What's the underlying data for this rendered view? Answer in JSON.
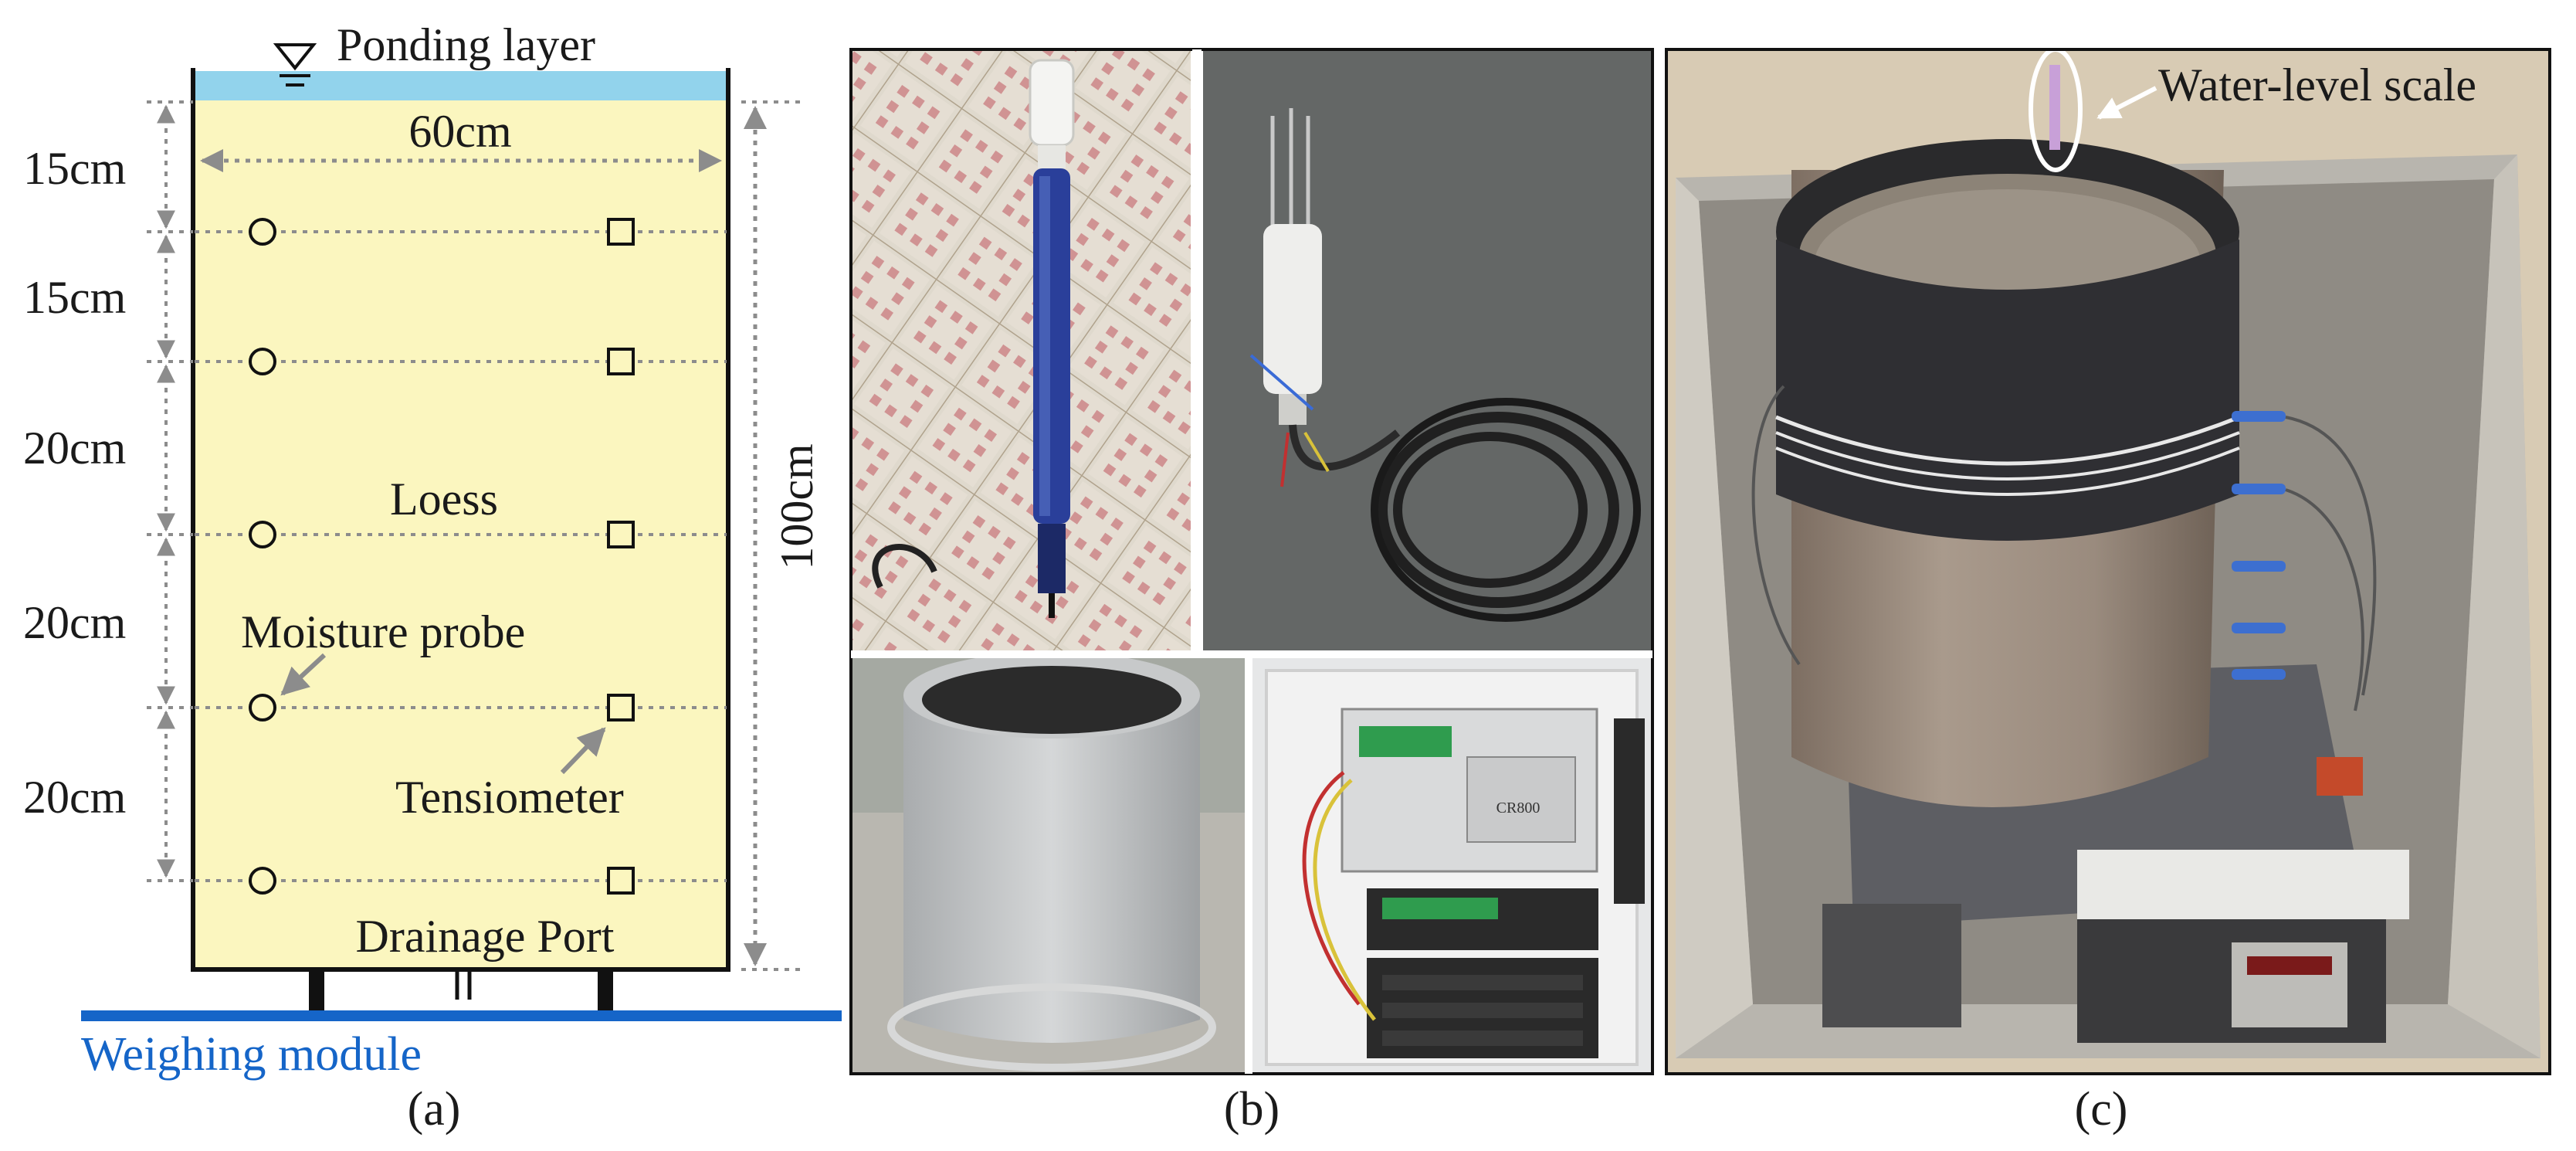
{
  "panel_a": {
    "ponding_label": "Ponding layer",
    "width_label": "60cm",
    "height_label": "100cm",
    "depth_labels": [
      "15cm",
      "15cm",
      "20cm",
      "20cm",
      "20cm"
    ],
    "soil_label": "Loess",
    "moisture_probe_label": "Moisture probe",
    "tensiometer_label": "Tensiometer",
    "drainage_label": "Drainage Port",
    "weighing_label": "Weighing module",
    "caption": "(a)"
  },
  "panel_b": {
    "caption": "(b)",
    "logger_model": "CR800"
  },
  "panel_c": {
    "caption": "(c)",
    "water_level_label": "Water-level scale"
  },
  "colors": {
    "soil_fill": "#fbf6bf",
    "ponding_fill": "#92d3ec",
    "weighing_blue": "#1565c8",
    "dotted_gray": "#8c8c8c",
    "ground_beige": "#d8cbb4"
  }
}
